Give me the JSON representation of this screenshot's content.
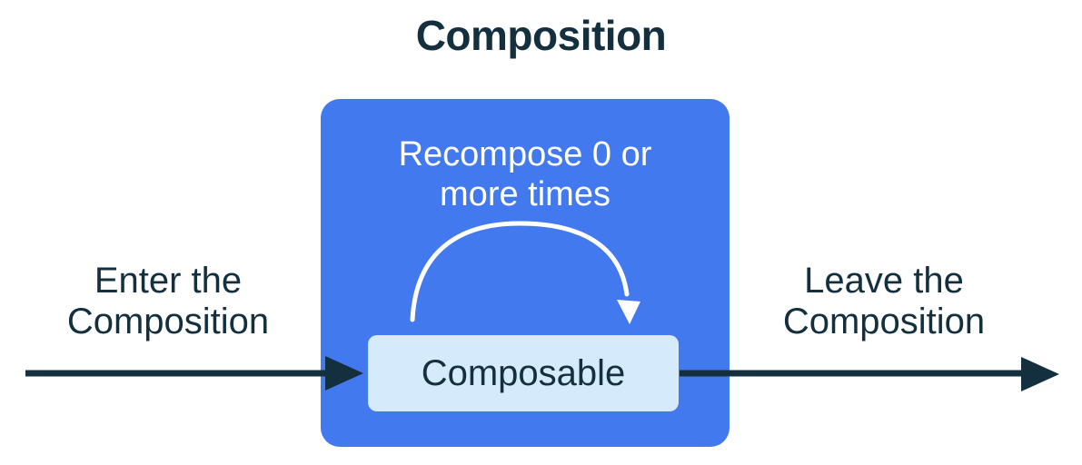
{
  "colors": {
    "background": "#ffffff",
    "dark_navy": "#14303e",
    "primary_blue": "#4379ee",
    "light_blue": "#d5eafb",
    "white": "#ffffff"
  },
  "diagram": {
    "title": "Composition",
    "enter_label": [
      "Enter the",
      "Composition"
    ],
    "leave_label": [
      "Leave the",
      "Composition"
    ],
    "composition_box": {
      "recompose_label": [
        "Recompose 0 or",
        "more times"
      ],
      "composable_label": "Composable"
    }
  }
}
